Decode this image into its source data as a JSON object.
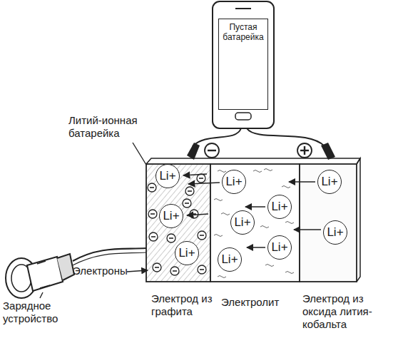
{
  "diagram": {
    "nodes": [
      {
        "text": [
          "Пустая батарейка"
        ]
      },
      {
        "text": [
          "Li+"
        ]
      },
      {
        "text": [
          "Li+"
        ]
      },
      {
        "text": [
          "Li+"
        ]
      },
      {
        "text": [
          "Li+"
        ]
      },
      {
        "text": [
          "Li+"
        ]
      },
      {
        "text": [
          "Li+"
        ]
      },
      {
        "text": [
          "Li+"
        ]
      },
      {
        "text": [
          "Li+"
        ]
      },
      {
        "text": [
          "Li+"
        ]
      },
      {
        "text": [
          "Li+"
        ]
      }
    ],
    "labels": [
      "Литий-ионная батарейка",
      "Электроны",
      "Электрод из графита",
      "Электролит",
      "Электрод из оксида лития-кобальта",
      "Зарядное устройство"
    ]
  }
}
